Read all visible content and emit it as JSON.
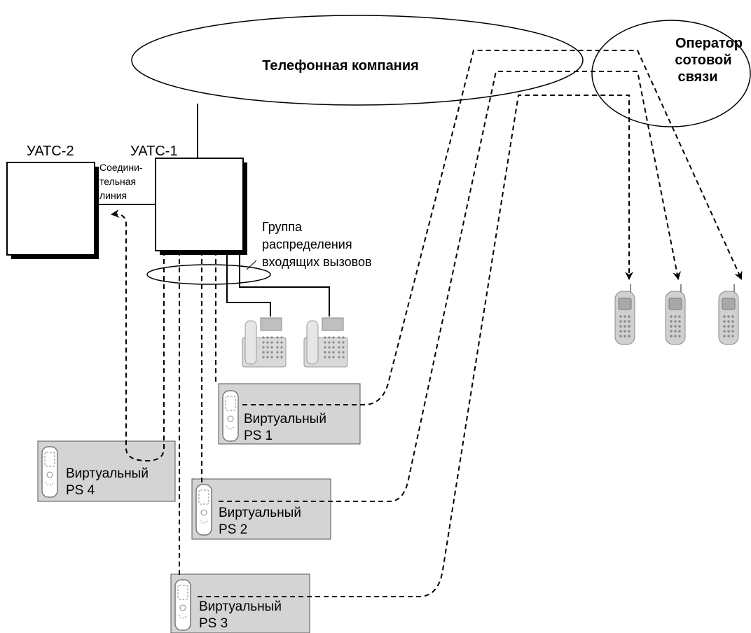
{
  "telephone_company": "Телефонная компания",
  "cellular_operator": [
    "Оператор",
    "сотовой",
    "связи"
  ],
  "pbx1": "УАТС-1",
  "pbx2": "УАТС-2",
  "trunk_label": [
    "Соедини-",
    "тельная",
    "линия"
  ],
  "group_label": [
    "Группа",
    "распределения",
    "входящих вызовов"
  ],
  "virtual_ps": [
    {
      "line1": "Виртуальный",
      "line2": "PS 1"
    },
    {
      "line1": "Виртуальный",
      "line2": "PS 2"
    },
    {
      "line1": "Виртуальный",
      "line2": "PS 3"
    },
    {
      "line1": "Виртуальный",
      "line2": "PS 4"
    }
  ],
  "colors": {
    "ps_box_fill": "#d4d4d4",
    "phone_gray": "#cfcfcf",
    "line": "#000000"
  }
}
